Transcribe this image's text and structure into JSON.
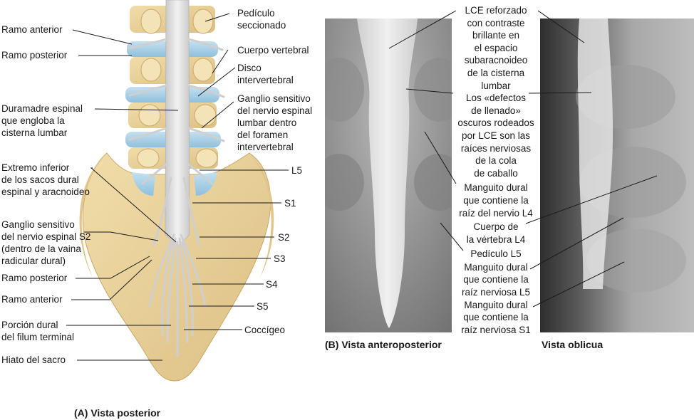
{
  "panel_a": {
    "caption": "(A) Vista posterior",
    "left_labels": [
      {
        "id": "ramo-anterior-top",
        "text": "Ramo anterior"
      },
      {
        "id": "ramo-posterior-top",
        "text": "Ramo posterior"
      },
      {
        "id": "duramadre",
        "text": "Duramadre espinal\nque engloba la\ncisterna lumbar"
      },
      {
        "id": "extremo-inferior",
        "text": "Extremo inferior\nde los sacos dural\nespinal y aracnoideo"
      },
      {
        "id": "ganglio-s2",
        "text": "Ganglio sensitivo\ndel nervio espinal S2\n(dentro de la vaina\nradicular dural)"
      },
      {
        "id": "ramo-posterior-bottom",
        "text": "Ramo posterior"
      },
      {
        "id": "ramo-anterior-bottom",
        "text": "Ramo anterior"
      },
      {
        "id": "porcion-dural",
        "text": "Porción dural\ndel filum terminal"
      },
      {
        "id": "hiato",
        "text": "Hiato del sacro"
      }
    ],
    "right_labels": [
      {
        "id": "pediculo",
        "text": "Pedículo\nseccionado"
      },
      {
        "id": "cuerpo-vertebral",
        "text": "Cuerpo vertebral"
      },
      {
        "id": "disco",
        "text": "Disco\nintervertebral"
      },
      {
        "id": "ganglio-lumbar",
        "text": "Ganglio sensitivo\ndel nervio espinal\nlumbar dentro\ndel foramen\nintervertebral"
      },
      {
        "id": "L5",
        "text": "L5"
      },
      {
        "id": "S1",
        "text": "S1"
      },
      {
        "id": "S2",
        "text": "S2"
      },
      {
        "id": "S3",
        "text": "S3"
      },
      {
        "id": "S4",
        "text": "S4"
      },
      {
        "id": "S5",
        "text": "S5"
      },
      {
        "id": "coccigeo",
        "text": "Coccígeo"
      }
    ]
  },
  "panel_b": {
    "caption_ap": "(B) Vista anteroposterior",
    "caption_oblique": "Vista oblicua",
    "center_labels": [
      {
        "id": "lce",
        "lines": [
          "LCE reforzado",
          "con contraste",
          "brillante en",
          "el espacio",
          "subaracnoideo",
          "de la cisterna",
          "lumbar"
        ]
      },
      {
        "id": "defectos",
        "lines": [
          "Los «defectos",
          "de llenado»",
          "oscuros rodeados",
          "por LCE son las",
          "raíces nerviosas",
          "de la cola",
          "de caballo"
        ]
      },
      {
        "id": "manguito-l4",
        "lines": [
          "Manguito dural",
          "que contiene la",
          "raíz del nervio L4"
        ]
      },
      {
        "id": "cuerpo-l4",
        "lines": [
          "Cuerpo de",
          "la vértebra L4"
        ]
      },
      {
        "id": "pediculo-l5",
        "lines": [
          "Pedículo L5"
        ]
      },
      {
        "id": "manguito-l5",
        "lines": [
          "Manguito dural",
          "que contiene la",
          "raíz nerviosa L5"
        ]
      },
      {
        "id": "manguito-s1",
        "lines": [
          "Manguito dural",
          "que contiene la",
          "raíz nerviosa S1"
        ]
      }
    ]
  },
  "colors": {
    "bone": "#e8cf98",
    "bone_light": "#f3e2b6",
    "disc_blue": "#a9d0e6",
    "dura": "#dcdcdc",
    "xray_dark": "#4a4a4a",
    "xray_light": "#e6e6e6"
  }
}
